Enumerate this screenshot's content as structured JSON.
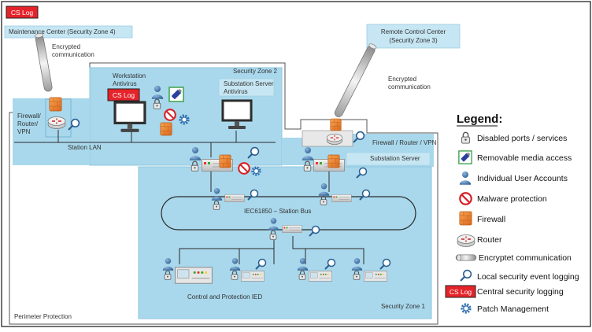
{
  "colors": {
    "zone_fill": "#a9d8ec",
    "zone_stroke": "#8fc6de",
    "label_bar": "#c6e6f3",
    "firewall": "#f08a34",
    "malware": "#d81f26",
    "cslog": "#e5232a",
    "user": "#3a6fa5",
    "usb": "#2b3f9c",
    "line": "#2a2a2a"
  },
  "diagram": {
    "maintenance_label": "Maintenance Center (Security Zone 4)",
    "remote_label_line1": "Remote Control Center",
    "remote_label_line2": "(Security Zone 3)",
    "encrypted_left_line1": "Encrypted",
    "encrypted_left_line2": "communication",
    "encrypted_right_line1": "Encrypted",
    "encrypted_right_line2": "communication",
    "zone2_label": "Security Zone 2",
    "zone1_label": "Security Zone 1",
    "workstation_line1": "Workstation",
    "workstation_line2": "Antivirus",
    "substation_server_av_line1": "Substation Server",
    "substation_server_av_line2": "Antivirus",
    "firewall_left_line1": "Firewall/",
    "firewall_left_line2": "Router/",
    "firewall_left_line3": "VPN",
    "station_lan": "Station LAN",
    "firewall_right": "Firewall / Router / VPN",
    "substation_server": "Substation Server",
    "station_bus": "IEC61850 – Station Bus",
    "control_ied": "Control and Protection IED",
    "perimeter": "Perimeter Protection",
    "cs_log": "CS Log"
  },
  "legend": {
    "title": "Legend:",
    "items": [
      {
        "icon": "lock-icon",
        "label": "Disabled ports / services"
      },
      {
        "icon": "usb-stick-icon",
        "label": "Removable media access"
      },
      {
        "icon": "user-icon",
        "label": "Individual User Accounts"
      },
      {
        "icon": "malware-protection-icon",
        "label": "Malware protection"
      },
      {
        "icon": "firewall-icon",
        "label": "Firewall"
      },
      {
        "icon": "router-icon",
        "label": "Router"
      },
      {
        "icon": "encrypted-tube-icon",
        "label": "Encryptet communication"
      },
      {
        "icon": "magnifier-icon",
        "label": "Local security event logging"
      },
      {
        "icon": "cs-log-icon",
        "label": "Central security logging"
      },
      {
        "icon": "patch-gear-icon",
        "label": "Patch Management"
      }
    ]
  }
}
